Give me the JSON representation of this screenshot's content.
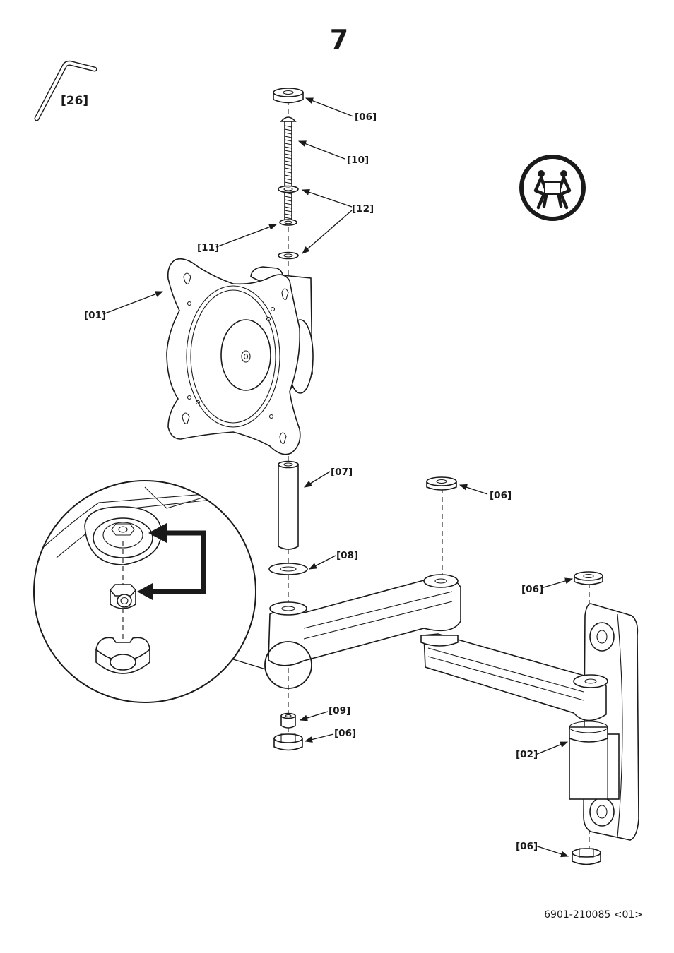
{
  "page": {
    "step_number": "7",
    "document_id": "6901-210085 <01>"
  },
  "tool": {
    "label": "[26]",
    "icon": "allen-key-icon"
  },
  "safety_icon": "two-person-lift-icon",
  "callouts": {
    "nut_top": "[06]",
    "bolt": "[10]",
    "washers": "[12]",
    "lock_washer": "[11]",
    "vesa_plate": "[01]",
    "spacer_tube": "[07]",
    "washer_large": "[08]",
    "nut_arm_top": "[06]",
    "nut_wall_top": "[06]",
    "hex_nut": "[09]",
    "nut_below": "[06]",
    "wall_plate": "[02]",
    "nut_wall_bottom": "[06]"
  },
  "colors": {
    "line": "#1a1a1a",
    "background": "#ffffff"
  }
}
